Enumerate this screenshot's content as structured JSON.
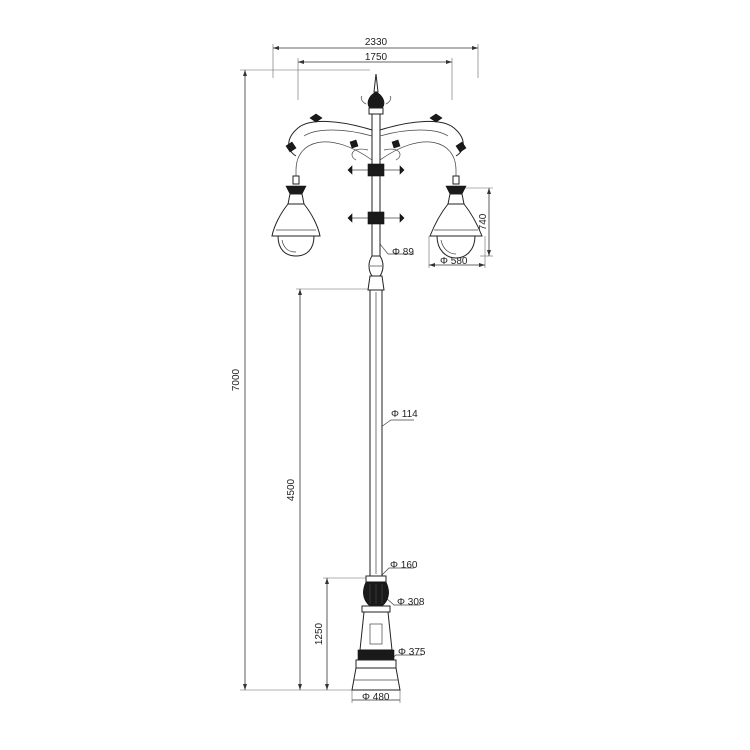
{
  "dimensions": {
    "overall_width": "2330",
    "arm_span": "1750",
    "total_height": "7000",
    "shaft_height": "4500",
    "base_height": "1250",
    "lantern_height": "740",
    "lantern_diameter": "Φ 580",
    "arm_tube_diameter": "Φ 89",
    "shaft_diameter": "Φ 114",
    "shaft_base_diameter": "Φ 160",
    "collar_diameter": "Φ 308",
    "plinth_diameter": "Φ 375",
    "foot_diameter": "Φ 480"
  },
  "colors": {
    "line": "#222222",
    "ornament": "#1a1a1a",
    "background": "#ffffff"
  }
}
